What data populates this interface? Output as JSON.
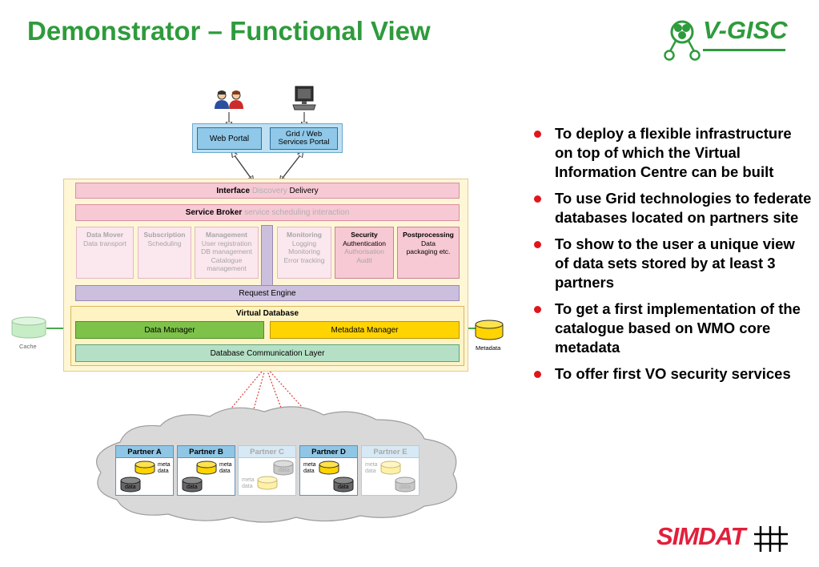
{
  "title": "Demonstrator – Functional View",
  "logo_vgisc": "V-GISC",
  "logo_simdat": "SIMDAT",
  "colors": {
    "title_green": "#2e9b3c",
    "bullet_red": "#e0161b",
    "simdat_red": "#e0203c"
  },
  "bullets": [
    "To deploy a flexible infrastructure on top of which the Virtual Information Centre can be built",
    "To use Grid technologies to federate databases located on partners site",
    "To show to the user a unique view of data sets stored by at least 3 partners",
    "To get a first implementation of the catalogue based on WMO core metadata",
    "To offer first VO security services"
  ],
  "diagram": {
    "portals": {
      "web": "Web Portal",
      "grid_line1": "Grid / Web",
      "grid_line2": "Services Portal"
    },
    "interface": {
      "bold": "Interface",
      "muted": "Discovery",
      "tail": "Delivery"
    },
    "broker": {
      "bold": "Service Broker",
      "muted": "service scheduling interaction"
    },
    "modules": {
      "data_mover": {
        "title": "Data Mover",
        "lines": [
          "Data transport"
        ]
      },
      "subscription": {
        "title": "Subscription",
        "lines": [
          "Scheduling"
        ]
      },
      "management": {
        "title": "Management",
        "lines": [
          "User registration",
          "DB management",
          "Catalogue",
          "management"
        ]
      },
      "monitoring": {
        "title": "Monitoring",
        "lines": [
          "Logging",
          "Monitoring",
          "Error tracking"
        ]
      },
      "security": {
        "title": "Security",
        "lines": [
          "Authentication",
          "Authorisation",
          "Audit"
        ]
      },
      "postprocessing": {
        "title": "Postprocessing",
        "lines": [
          "Data",
          "packaging etc."
        ]
      }
    },
    "request_engine": "Request Engine",
    "virtual_database": "Virtual Database",
    "data_manager": "Data Manager",
    "metadata_manager": "Metadata Manager",
    "db_comm_layer": "Database Communication Layer",
    "cache_label": "Cache",
    "metadata_label": "Metadata",
    "partners": [
      {
        "name": "Partner A",
        "active": true
      },
      {
        "name": "Partner B",
        "active": true
      },
      {
        "name": "Partner C",
        "active": false
      },
      {
        "name": "Partner D",
        "active": true
      },
      {
        "name": "Partner E",
        "active": false
      }
    ],
    "meta_line1": "meta",
    "meta_line2": "data",
    "data_label": "data"
  }
}
